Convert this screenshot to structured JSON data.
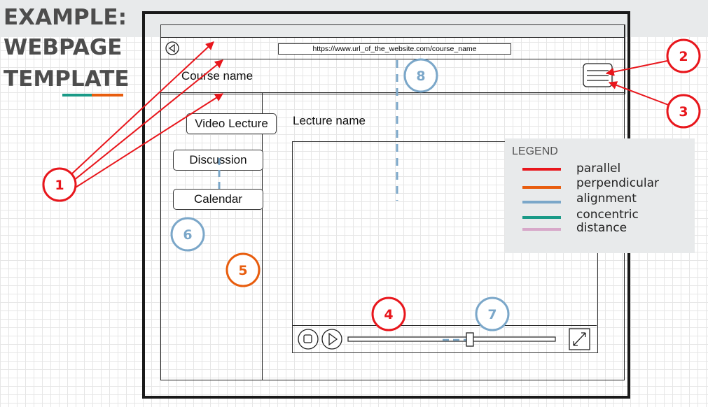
{
  "title": {
    "line1": "EXAMPLE:",
    "line2": "WEBPAGE",
    "line3": "TEMPLATE"
  },
  "browser": {
    "url": "https://www.url_of_the_website.com/course_name"
  },
  "header": {
    "course_name": "Course name"
  },
  "nav": [
    "Video Lecture",
    "Discussion",
    "Calendar"
  ],
  "main": {
    "lecture_name": "Lecture name"
  },
  "legend": {
    "title": "LEGEND",
    "items": [
      {
        "label": "parallel",
        "color": "#e8161c"
      },
      {
        "label": "perpendicular",
        "color": "#e85d0e"
      },
      {
        "label": "alignment",
        "color": "#7ba7c9"
      },
      {
        "label": "concentric",
        "color": "#1a9a87"
      },
      {
        "label": "distance",
        "color": "#d7a8c9"
      }
    ]
  },
  "markers": [
    {
      "number": "1",
      "color": "#e8161c"
    },
    {
      "number": "2",
      "color": "#e8161c"
    },
    {
      "number": "3",
      "color": "#e8161c"
    },
    {
      "number": "4",
      "color": "#e8161c"
    },
    {
      "number": "5",
      "color": "#e85d0e"
    },
    {
      "number": "6",
      "color": "#7ba7c9"
    },
    {
      "number": "7",
      "color": "#7ba7c9"
    },
    {
      "number": "8",
      "color": "#7ba7c9"
    }
  ]
}
